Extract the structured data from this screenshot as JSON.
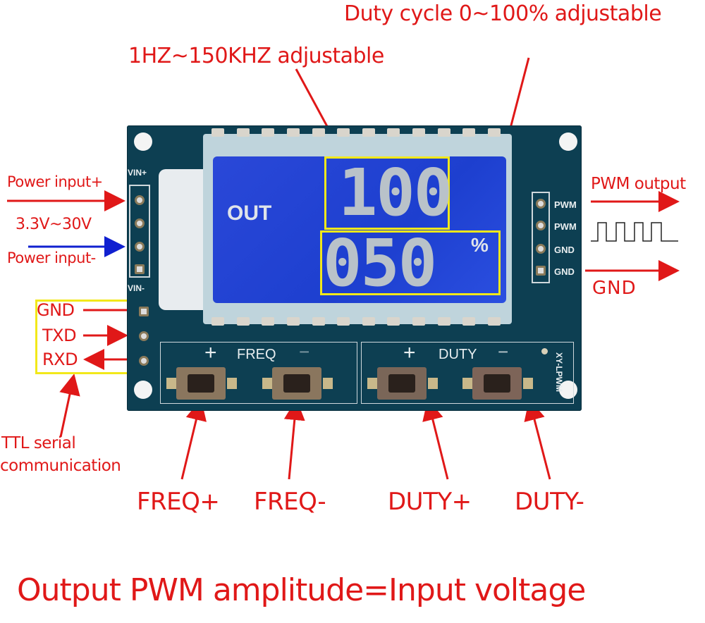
{
  "annotations": {
    "duty_cycle": "Duty cycle 0~100% adjustable",
    "frequency": "1HZ~150KHZ adjustable",
    "power_input_plus": "Power input+",
    "voltage_range": "3.3V~30V",
    "power_input_minus": "Power input-",
    "gnd": "GND",
    "txd": "TXD",
    "rxd": "RXD",
    "ttl_serial": "TTL serial",
    "communication": "communication",
    "pwm_output": "PWM output",
    "gnd_output": "GND",
    "freq_plus": "FREQ+",
    "freq_minus": "FREQ-",
    "duty_plus": "DUTY+",
    "duty_minus": "DUTY-",
    "footer": "Output PWM amplitude=Input voltage"
  },
  "board": {
    "model": "XY-LPWM",
    "vin_plus": "VIN+",
    "vin_minus": "VIN-",
    "right_pins": [
      "PWM",
      "PWM",
      "GND",
      "GND"
    ],
    "freq_group": {
      "plus": "+",
      "label": "FREQ",
      "minus": "−"
    },
    "duty_group": {
      "plus": "+",
      "label": "DUTY",
      "minus": "−"
    }
  },
  "lcd": {
    "mode_label": "OUT",
    "frequency_value": "100",
    "duty_value": "050",
    "duty_unit": "%"
  },
  "colors": {
    "annotation_red": "#e01818",
    "power_minus_arrow": "#1020d0",
    "highlight_yellow": "#f2e81a",
    "pcb": "#0d3f52",
    "lcd_blue": "#1d3fcf"
  }
}
